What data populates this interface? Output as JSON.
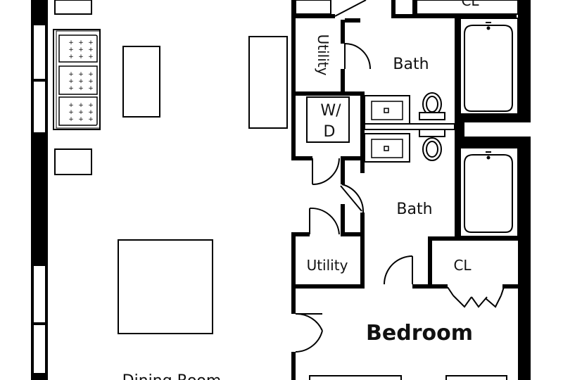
{
  "labels": {
    "bath_top": "Bath",
    "bath_bottom": "Bath",
    "utility_top": "Utility",
    "utility_bottom": "Utility",
    "washer_dryer_top": "W/",
    "washer_dryer_bottom": "D",
    "closet_bottom": "CL",
    "closet_top_partial": "CL",
    "bedroom": "Bedroom",
    "dining_room_partial": "Dining Room"
  }
}
